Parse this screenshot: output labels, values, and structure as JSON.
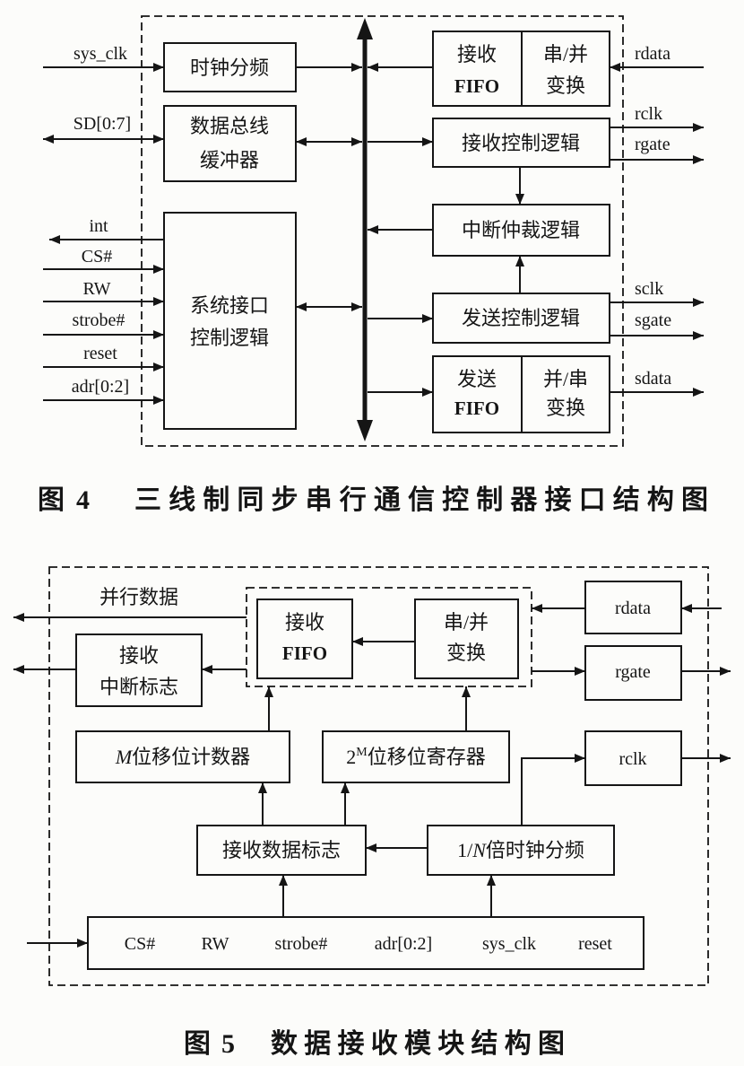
{
  "figure4": {
    "caption": {
      "number": "图 4",
      "title": "三线制同步串行通信控制器接口结构图"
    },
    "left_signals": {
      "sys_clk": "sys_clk",
      "sd": "SD[0:7]",
      "int": "int",
      "cs": "CS#",
      "rw": "RW",
      "strobe": "strobe#",
      "reset": "reset",
      "adr": "adr[0:2]"
    },
    "right_signals": {
      "rdata": "rdata",
      "rclk": "rclk",
      "rgate": "rgate",
      "sclk": "sclk",
      "sgate": "sgate",
      "sdata": "sdata"
    },
    "blocks": {
      "clock_divider": "时钟分频",
      "bus_buffer": [
        "数据总线",
        "缓冲器"
      ],
      "system_interface": [
        "系统接口",
        "控制逻辑"
      ],
      "rx_fifo": [
        "接收",
        "FIFO"
      ],
      "rx_serial_to_parallel": [
        "串/并",
        "变换"
      ],
      "rx_control": "接收控制逻辑",
      "interrupt_arbiter": "中断仲裁逻辑",
      "tx_control": "发送控制逻辑",
      "tx_fifo": [
        "发送",
        "FIFO"
      ],
      "tx_parallel_to_serial": [
        "并/串",
        "变换"
      ]
    }
  },
  "figure5": {
    "caption": {
      "number": "图 5",
      "title": "数据接收模块结构图"
    },
    "parallel_data_label": "并行数据",
    "blocks": {
      "rx_fifo": [
        "接收",
        "FIFO"
      ],
      "serial_to_parallel": [
        "串/并",
        "变换"
      ],
      "rx_interrupt_flag": [
        "接收",
        "中断标志"
      ],
      "rdata": "rdata",
      "rgate": "rgate",
      "rclk": "rclk",
      "bit_counter": {
        "var": "M",
        "text": "位移位计数器"
      },
      "shift_register": {
        "base": "2",
        "exp": "M",
        "text": "位移位寄存器"
      },
      "rx_data_flag": "接收数据标志",
      "clock_divider": {
        "prefix": "1/",
        "var": "N",
        "text": "倍时钟分频"
      }
    },
    "input_bus_signals": [
      "CS#",
      "RW",
      "strobe#",
      "adr[0:2]",
      "sys_clk",
      "reset"
    ]
  }
}
